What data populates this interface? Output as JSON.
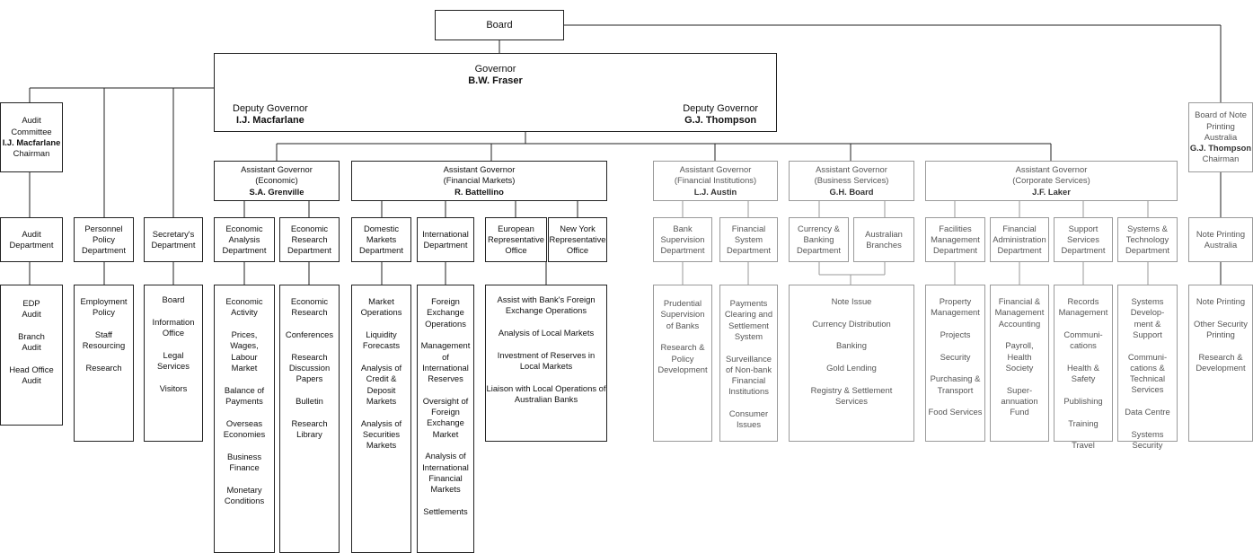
{
  "board": {
    "label": "Board"
  },
  "governor": {
    "title": "Governor",
    "name": "B.W. Fraser",
    "deputy1_title": "Deputy Governor",
    "deputy1_name": "I.J. Macfarlane",
    "deputy2_title": "Deputy Governor",
    "deputy2_name": "G.J. Thompson"
  },
  "audit_committee": {
    "l1": "Audit",
    "l2": "Committee",
    "name": "I.J. Macfarlane",
    "role": "Chairman"
  },
  "bnpa": {
    "l1": "Board of Note",
    "l2": "Printing",
    "l3": "Australia",
    "name": "G.J. Thompson",
    "role": "Chairman"
  },
  "depts": {
    "audit": {
      "l1": "Audit",
      "l2": "Department"
    },
    "personnel": {
      "l1": "Personnel",
      "l2": "Policy",
      "l3": "Department"
    },
    "secretary": {
      "l1": "Secretary's",
      "l2": "Department"
    },
    "note_printing": {
      "l1": "Note Printing",
      "l2": "Australia"
    }
  },
  "assistant_governors": [
    {
      "title": "Assistant Governor",
      "area": "(Economic)",
      "name": "S.A. Grenville"
    },
    {
      "title": "Assistant Governor",
      "area": "(Financial Markets)",
      "name": "R. Battellino"
    },
    {
      "title": "Assistant Governor",
      "area": "(Financial Institutions)",
      "name": "L.J. Austin"
    },
    {
      "title": "Assistant Governor",
      "area": "(Business Services)",
      "name": "G.H. Board"
    },
    {
      "title": "Assistant Governor",
      "area": "(Corporate Services)",
      "name": "J.F. Laker"
    }
  ],
  "sub_depts": {
    "econ_analysis": [
      "Economic",
      "Analysis",
      "Department"
    ],
    "econ_research": [
      "Economic",
      "Research",
      "Department"
    ],
    "domestic": [
      "Domestic",
      "Markets",
      "Department"
    ],
    "international": [
      "International",
      "Department"
    ],
    "european": [
      "European",
      "Representative",
      "Office"
    ],
    "newyork": [
      "New York",
      "Representative",
      "Office"
    ],
    "bank_supervision": [
      "Bank",
      "Supervision",
      "Department"
    ],
    "fin_system": [
      "Financial",
      "System",
      "Department"
    ],
    "currency": [
      "Currency &",
      "Banking",
      "Department"
    ],
    "aus_branches": [
      "Australian",
      "Branches"
    ],
    "facilities": [
      "Facilities",
      "Management",
      "Department"
    ],
    "fin_admin": [
      "Financial",
      "Administration",
      "Department"
    ],
    "support": [
      "Support",
      "Services",
      "Department"
    ],
    "systems": [
      "Systems &",
      "Technology",
      "Department"
    ]
  },
  "functions": {
    "audit": [
      "EDP\nAudit",
      "Branch\nAudit",
      "Head Office\nAudit"
    ],
    "personnel": [
      "Employment\nPolicy",
      "Staff\nResourcing",
      "Research"
    ],
    "secretary": [
      "Board",
      "Information\nOffice",
      "Legal\nServices",
      "Visitors"
    ],
    "econ_analysis": [
      "Economic\nActivity",
      "Prices,\nWages,\nLabour\nMarket",
      "Balance of\nPayments",
      "Overseas\nEconomies",
      "Business\nFinance",
      "Monetary\nConditions"
    ],
    "econ_research": [
      "Economic\nResearch",
      "Conferences",
      "Research\nDiscussion\nPapers",
      "Bulletin",
      "Research\nLibrary"
    ],
    "domestic": [
      "Market\nOperations",
      "Liquidity\nForecasts",
      "Analysis of\nCredit &\nDeposit\nMarkets",
      "Analysis of\nSecurities\nMarkets"
    ],
    "international": [
      "Foreign\nExchange\nOperations",
      "Management\nof\nInternational\nReserves",
      "Oversight of\nForeign\nExchange\nMarket",
      "Analysis of\nInternational\nFinancial\nMarkets",
      "Settlements"
    ],
    "rep_offices": [
      "Assist with Bank's Foreign\nExchange Operations",
      "Analysis of Local Markets",
      "Investment of Reserves in\nLocal Markets",
      "Liaison with Local Operations of\nAustralian Banks"
    ],
    "bank_supervision": [
      "Prudential\nSupervision\nof Banks",
      "Research &\nPolicy\nDevelopment"
    ],
    "fin_system": [
      "Payments\nClearing and\nSettlement\nSystem",
      "Surveillance\nof Non-bank\nFinancial\nInstitutions",
      "Consumer\nIssues"
    ],
    "business": [
      "Note Issue",
      "Currency Distribution",
      "Banking",
      "Gold Lending",
      "Registry & Settlement\nServices"
    ],
    "facilities": [
      "Property\nManagement",
      "Projects",
      "Security",
      "Purchasing &\nTransport",
      "Food Services"
    ],
    "fin_admin": [
      "Financial &\nManagement\nAccounting",
      "Payroll,\nHealth\nSociety",
      "Super-\nannuation\nFund"
    ],
    "support": [
      "Records\nManagement",
      "Communi-\ncations",
      "Health &\nSafety",
      "Publishing",
      "Training",
      "Travel"
    ],
    "systems": [
      "Systems\nDevelop-\nment &\nSupport",
      "Communi-\ncations &\nTechnical\nServices",
      "Data Centre",
      "Systems\nSecurity"
    ],
    "note_printing": [
      "Note Printing",
      "Other Security\nPrinting",
      "Research &\nDevelopment"
    ]
  }
}
